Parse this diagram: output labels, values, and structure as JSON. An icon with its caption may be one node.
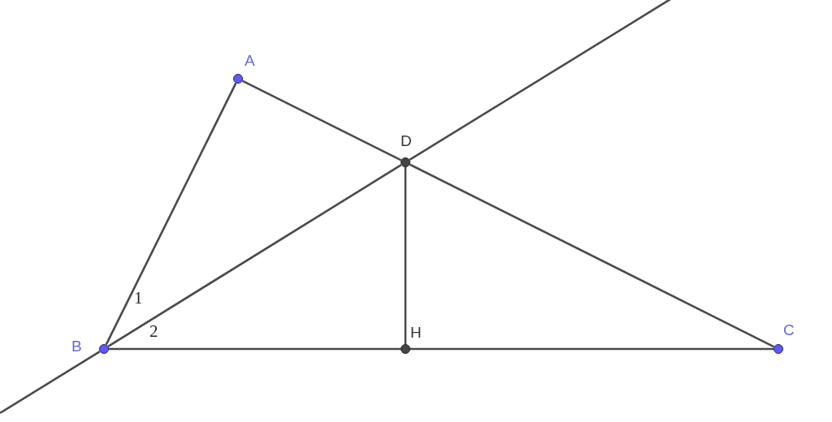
{
  "diagram": {
    "nodes": [
      {
        "text": [
          "A"
        ]
      },
      {
        "text": [
          "D"
        ]
      },
      {
        "text": [
          "B"
        ]
      },
      {
        "text": [
          "H"
        ]
      },
      {
        "text": [
          "C"
        ]
      }
    ],
    "edges": [
      {
        "from": 0,
        "to": 2,
        "arrow": "none"
      },
      {
        "from": 0,
        "to": 1,
        "arrow": "none"
      },
      {
        "from": 1,
        "to": 4,
        "arrow": "none"
      },
      {
        "from": 2,
        "to": 3,
        "arrow": "none"
      },
      {
        "from": 3,
        "to": 4,
        "arrow": "none"
      },
      {
        "from": 1,
        "to": 3,
        "arrow": "none"
      },
      {
        "from": 2,
        "to": 1,
        "arrow": "none"
      },
      {
        "from": null,
        "to": 2,
        "arrow": "none"
      },
      {
        "from": 1,
        "to": null,
        "arrow": "none"
      }
    ],
    "labels": [
      "1",
      "2"
    ]
  }
}
